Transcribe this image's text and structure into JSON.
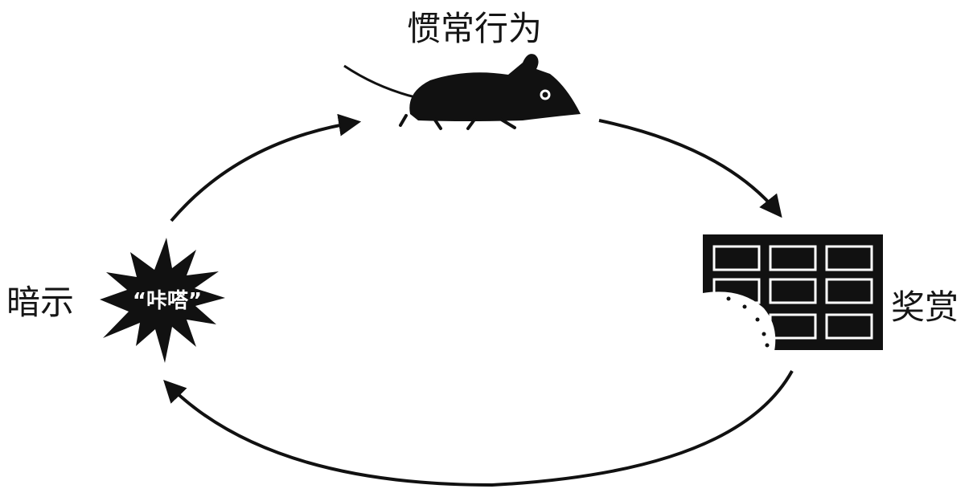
{
  "diagram": {
    "nodes": {
      "behavior": {
        "label": "惯常行为",
        "icon": "mouse-icon"
      },
      "reward": {
        "label": "奖赏",
        "icon": "chocolate-bar-icon"
      },
      "cue": {
        "label": "暗示",
        "icon": "starburst-icon",
        "sound": "“咔嗒”"
      }
    },
    "edges": [
      {
        "from": "cue",
        "to": "behavior"
      },
      {
        "from": "behavior",
        "to": "reward"
      },
      {
        "from": "reward",
        "to": "cue"
      }
    ],
    "colors": {
      "ink": "#111111",
      "background": "#ffffff"
    }
  }
}
